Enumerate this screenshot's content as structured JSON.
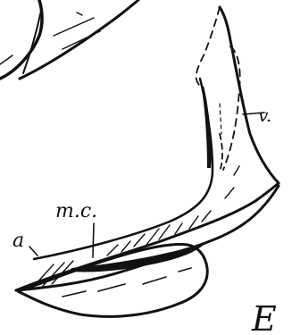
{
  "figure": {
    "panel_letter": "E",
    "labels": {
      "v": "v.",
      "mc": "m.c.",
      "a": "a"
    }
  },
  "colors": {
    "ink": "#111111",
    "paper": "#ffffff"
  }
}
